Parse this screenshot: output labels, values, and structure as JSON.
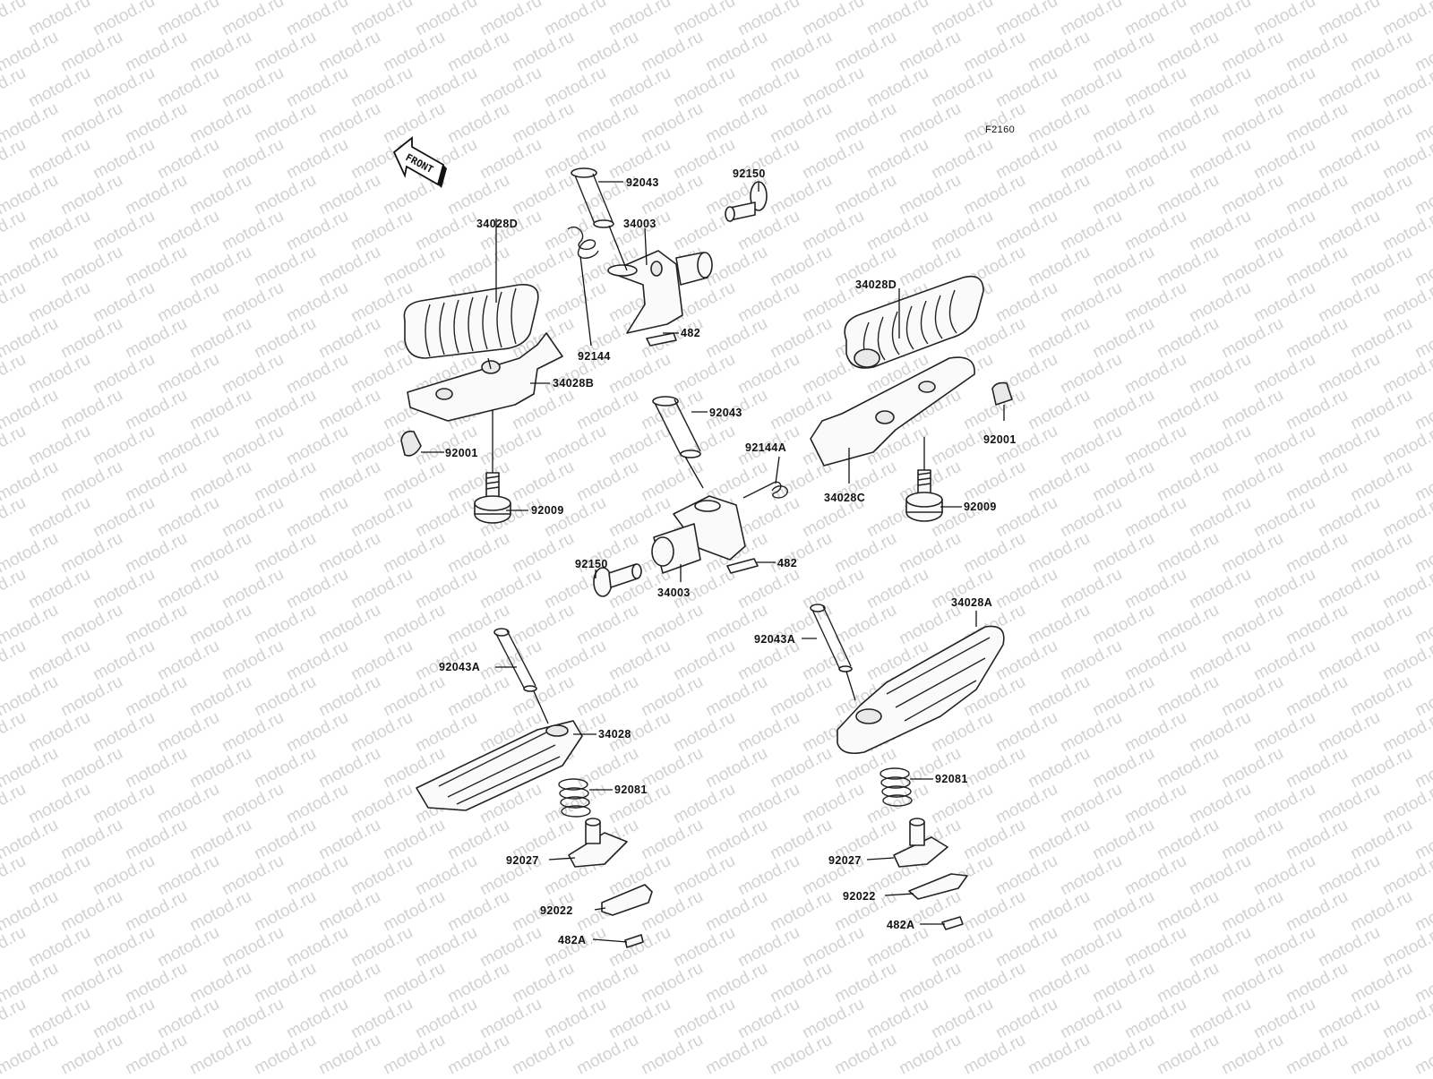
{
  "diagram_code": "F2160",
  "front_arrow_text": "FRONT",
  "watermark_text": "motod.ru",
  "parts": [
    {
      "id": "p1",
      "label": "92043"
    },
    {
      "id": "p2",
      "label": "92150"
    },
    {
      "id": "p3",
      "label": "34003"
    },
    {
      "id": "p4",
      "label": "34028D"
    },
    {
      "id": "p5",
      "label": "482"
    },
    {
      "id": "p6",
      "label": "92144"
    },
    {
      "id": "p7",
      "label": "34028B"
    },
    {
      "id": "p8",
      "label": "34028D"
    },
    {
      "id": "p9",
      "label": "92001"
    },
    {
      "id": "p10",
      "label": "92009"
    },
    {
      "id": "p11",
      "label": "92043"
    },
    {
      "id": "p12",
      "label": "92144A"
    },
    {
      "id": "p13",
      "label": "92001"
    },
    {
      "id": "p14",
      "label": "34028C"
    },
    {
      "id": "p15",
      "label": "92009"
    },
    {
      "id": "p16",
      "label": "92150"
    },
    {
      "id": "p17",
      "label": "482"
    },
    {
      "id": "p18",
      "label": "34003"
    },
    {
      "id": "p19",
      "label": "34028A"
    },
    {
      "id": "p20",
      "label": "92043A"
    },
    {
      "id": "p21",
      "label": "92043A"
    },
    {
      "id": "p22",
      "label": "34028"
    },
    {
      "id": "p23",
      "label": "92081"
    },
    {
      "id": "p24",
      "label": "92081"
    },
    {
      "id": "p25",
      "label": "92027"
    },
    {
      "id": "p26",
      "label": "92027"
    },
    {
      "id": "p27",
      "label": "92022"
    },
    {
      "id": "p28",
      "label": "92022"
    },
    {
      "id": "p29",
      "label": "482A"
    },
    {
      "id": "p30",
      "label": "482A"
    }
  ]
}
